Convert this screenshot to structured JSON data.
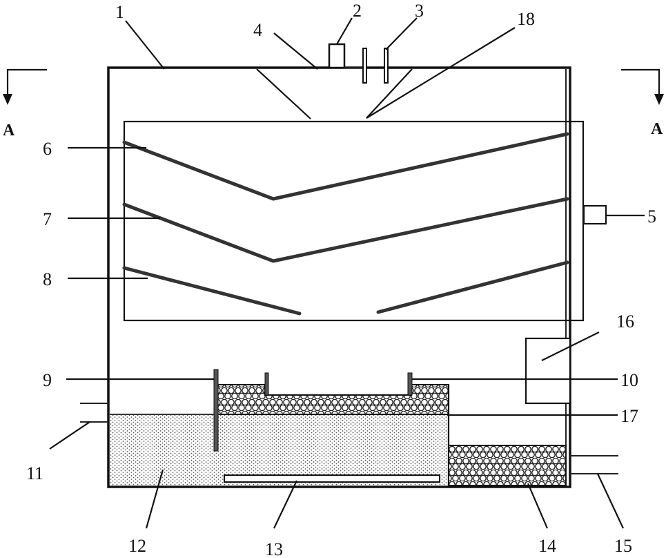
{
  "section_marker": {
    "left": "A",
    "right": "A"
  },
  "labels": [
    {
      "id": "1",
      "text": "1"
    },
    {
      "id": "2",
      "text": "2"
    },
    {
      "id": "3",
      "text": "3"
    },
    {
      "id": "4",
      "text": "4"
    },
    {
      "id": "5",
      "text": "5"
    },
    {
      "id": "6",
      "text": "6"
    },
    {
      "id": "7",
      "text": "7"
    },
    {
      "id": "8",
      "text": "8"
    },
    {
      "id": "9",
      "text": "9"
    },
    {
      "id": "10",
      "text": "10"
    },
    {
      "id": "11",
      "text": "11"
    },
    {
      "id": "12",
      "text": "12"
    },
    {
      "id": "13",
      "text": "13"
    },
    {
      "id": "14",
      "text": "14"
    },
    {
      "id": "15",
      "text": "15"
    },
    {
      "id": "16",
      "text": "16"
    },
    {
      "id": "17",
      "text": "17"
    },
    {
      "id": "18",
      "text": "18"
    }
  ],
  "colors": {
    "line": "#111111",
    "fill_dot": "#555555",
    "background": "#ffffff"
  }
}
